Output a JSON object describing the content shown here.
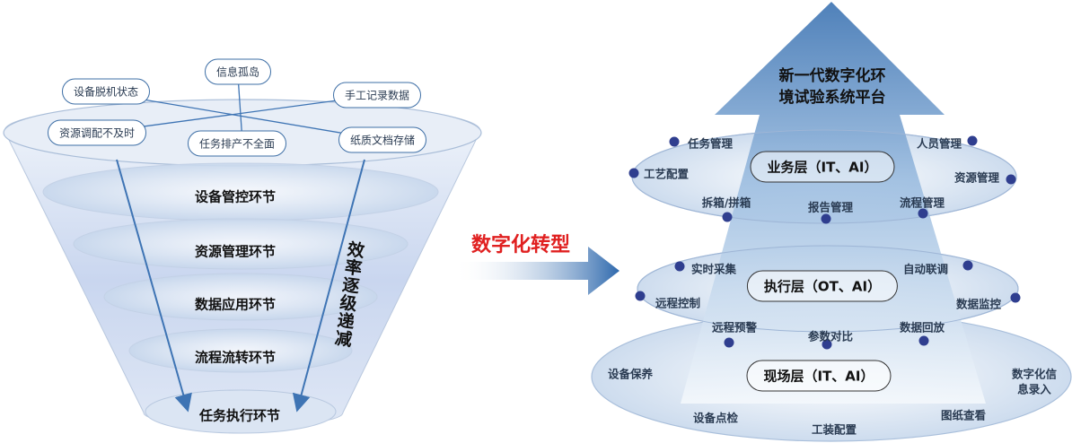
{
  "funnel": {
    "pain_points": [
      "设备脱机状态",
      "信息孤岛",
      "手工记录数据",
      "资源调配不及时",
      "任务排产不全面",
      "纸质文档存储"
    ],
    "steps": [
      "设备管控环节",
      "资源管理环节",
      "数据应用环节",
      "流程流转环节",
      "任务执行环节"
    ],
    "side_text": "效率逐级递减"
  },
  "transform_label": "数字化转型",
  "platform": {
    "title_line1": "新一代数字化环",
    "title_line2": "境试验系统平台",
    "business_layer": {
      "name": "业务层（IT、AI）",
      "items": [
        "任务管理",
        "人员管理",
        "工艺配置",
        "资源管理",
        "拆箱/拼箱",
        "报告管理",
        "流程管理"
      ]
    },
    "execution_layer": {
      "name": "执行层（OT、AI）",
      "items": [
        "实时采集",
        "自动联调",
        "远程控制",
        "数据监控",
        "远程预警",
        "参数对比",
        "数据回放"
      ]
    },
    "field_layer": {
      "name": "现场层（IT、AI）",
      "items": [
        "设备保养",
        "数字化信",
        "息录入",
        "设备点检",
        "工装配置",
        "图纸查看"
      ]
    }
  },
  "colors": {
    "accent_blue": "#3e74b4",
    "arrow_light": "#cfe0f1",
    "red_text": "#e02020"
  }
}
